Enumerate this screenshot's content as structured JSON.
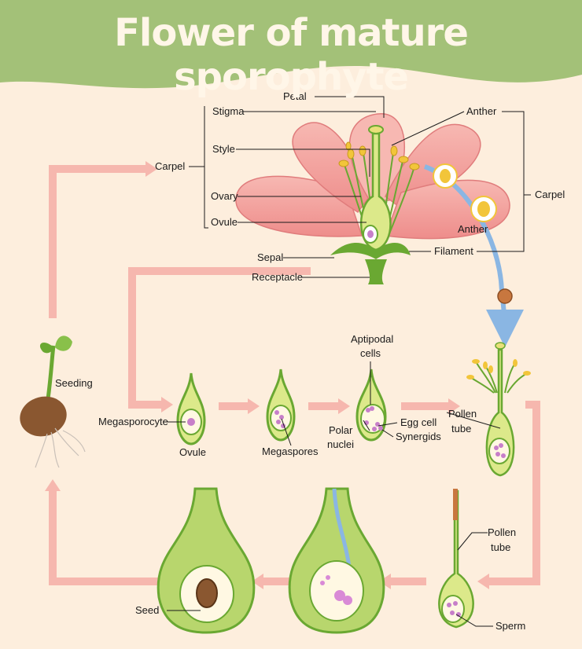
{
  "title": "Flower of mature sporophyte",
  "labels": {
    "stigma": "Stigma",
    "petal": "Petal",
    "anther_top": "Anther",
    "style": "Style",
    "carpel_left": "Carpel",
    "carpel_right": "Carpel",
    "ovary": "Ovary",
    "ovule_flower": "Ovule",
    "anther_mid": "Anther",
    "filament": "Filament",
    "sepal": "Sepal",
    "receptacle": "Receptacle",
    "seeding": "Seeding",
    "megasporocyte": "Megasporocyte",
    "ovule": "Ovule",
    "megaspores": "Megaspores",
    "antipodal": "Aptipodal\ncells",
    "egg_cell": "Egg cell",
    "polar_nuclei": "Polar\nnuclei",
    "synergids": "Synergids",
    "pollen_tube_1": "Pollen\ntube",
    "pollen_tube_2": "Pollen\ntube",
    "seed": "Seed",
    "sperm": "Sperm"
  },
  "colors": {
    "header": "#a3c178",
    "background": "#fdeedd",
    "arrow": "#f6b7ae",
    "petal": "#f4a5a0",
    "green": "#6aa832",
    "yellow_fill": "#e6ee9a",
    "pollen_path": "#8ab6e3"
  }
}
